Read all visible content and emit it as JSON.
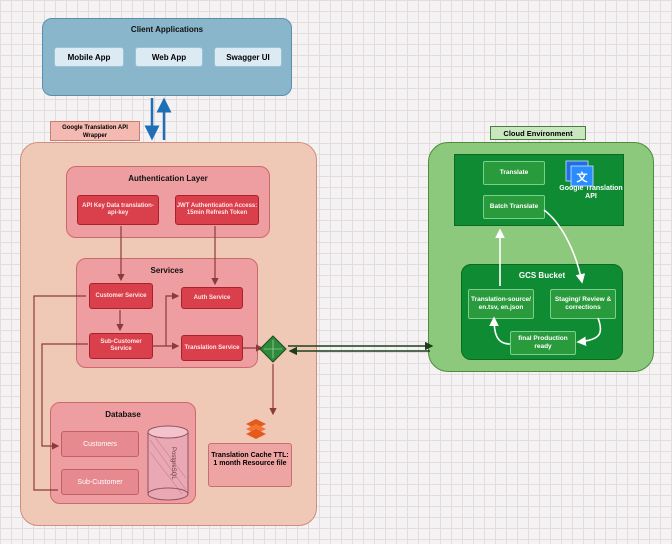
{
  "client": {
    "title": "Client Applications",
    "apps": [
      "Mobile App",
      "Web App",
      "Swagger UI"
    ]
  },
  "wrapper": {
    "label": "Google Translation API Wrapper"
  },
  "auth": {
    "title": "Authentication Layer",
    "api_key": "API Key Data translation-api-key",
    "jwt": "JWT Authentication Access: 15min Refresh Token"
  },
  "services": {
    "title": "Services",
    "customer": "Customer Service",
    "auth": "Auth Service",
    "sub_customer": "Sub-Customer Service",
    "translation": "Translation Service"
  },
  "database": {
    "title": "Database",
    "customers": "Customers",
    "sub_customer": "Sub-Customer",
    "engine": "PostgreSQL"
  },
  "cache": {
    "text": "Translation Cache TTL: 1 month Resource file"
  },
  "cloud": {
    "title": "Cloud Environment",
    "translate": "Translate",
    "batch": "Batch Translate",
    "google": "Google Translation API",
    "gcs_title": "GCS Bucket",
    "source": "Translation-source/ en.tsv, en.json",
    "staging": "Staging/ Review & corrections",
    "final": "final Production ready"
  },
  "colors": {
    "client_bg": "#8ab6cc",
    "wrapper_bg": "#f0c8b6",
    "service_red": "#d9404b",
    "cloud_green": "#8cc97c",
    "panel_green": "#0f8b33",
    "arrow_blue": "#1f6fb6"
  }
}
